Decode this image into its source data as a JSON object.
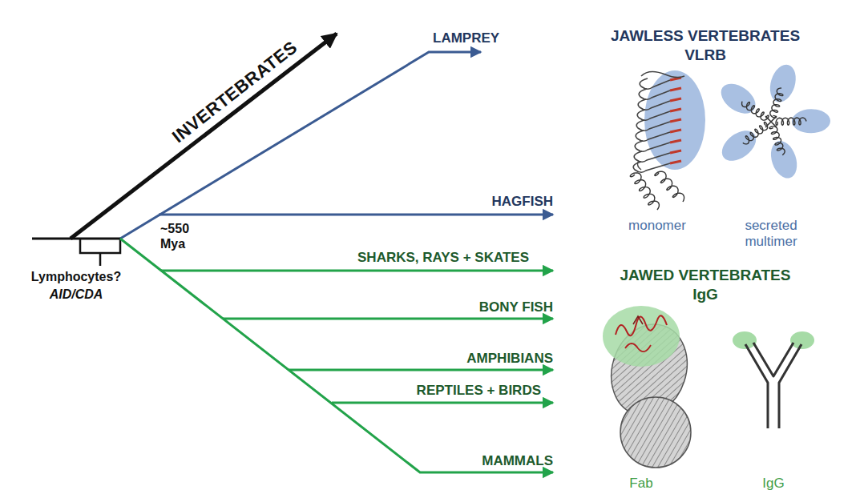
{
  "diagram": {
    "labels": [
      "INVERTEBRATES",
      "LAMPREY",
      "HAGFISH",
      "~550 Mya",
      "Lymphocytes?",
      "AID/CDA",
      "SHARKS, RAYS + SKATES",
      "BONY FISH",
      "AMPHIBIANS",
      "REPTILES + BIRDS",
      "MAMMALS",
      "JAWLESS VERTEBRATES",
      "VLRB",
      "monomer",
      "secreted multimer",
      "JAWED VERTEBRATES",
      "IgG",
      "Fab",
      "IgG"
    ]
  }
}
